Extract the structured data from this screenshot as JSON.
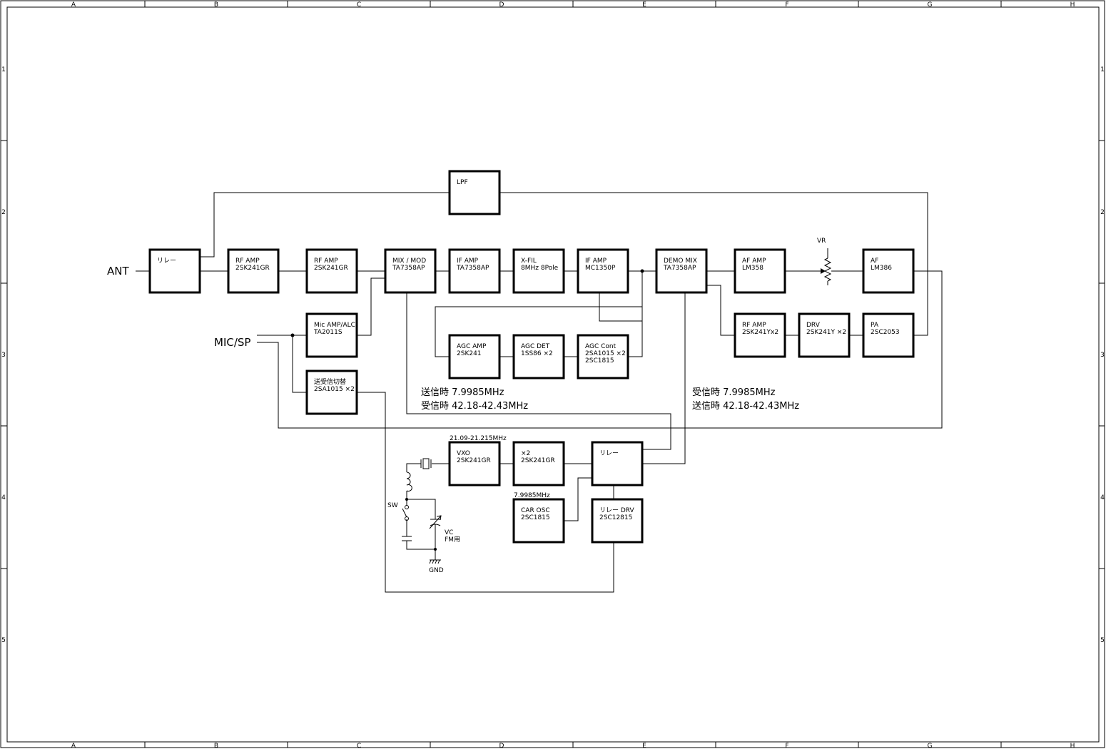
{
  "grid": {
    "columns": [
      "A",
      "B",
      "C",
      "D",
      "E",
      "F",
      "G",
      "H"
    ],
    "rows": [
      "1",
      "2",
      "3",
      "4",
      "5"
    ]
  },
  "labels": {
    "ant": "ANT",
    "mic_sp": "MIC/SP",
    "vr": "VR",
    "tx_if_line1": "送信時 7.9985MHz",
    "tx_if_line2": "受信時 42.18-42.43MHz",
    "rx_if_line1": "受信時 7.9985MHz",
    "rx_if_line2": "送信時 42.18-42.43MHz",
    "vxo_freq": "21.09-21.215MHz",
    "car_freq": "7.9985MHz",
    "sw": "SW",
    "vc": "VC",
    "fm": "FM用",
    "gnd": "GND"
  },
  "blocks": {
    "relay_ant": {
      "line1": "リレー",
      "line2": ""
    },
    "lpf": {
      "line1": "LPF",
      "line2": ""
    },
    "rf_amp1": {
      "line1": "RF AMP",
      "line2": "2SK241GR"
    },
    "rf_amp2": {
      "line1": "RF AMP",
      "line2": "2SK241GR"
    },
    "mix_mod": {
      "line1": "MIX / MOD",
      "line2": "TA7358AP"
    },
    "if_amp1": {
      "line1": "IF AMP",
      "line2": "TA7358AP"
    },
    "x_fil": {
      "line1": "X-FIL",
      "line2": "8MHz 8Pole"
    },
    "if_amp2": {
      "line1": "IF AMP",
      "line2": "MC1350P"
    },
    "demo_mix": {
      "line1": "DEMO MIX",
      "line2": "TA7358AP"
    },
    "af_amp": {
      "line1": "AF AMP",
      "line2": "LM358"
    },
    "af": {
      "line1": "AF",
      "line2": "LM386"
    },
    "mic_amp": {
      "line1": "Mic AMP/ALC",
      "line2": "TA2011S"
    },
    "txrx_sw": {
      "line1": "送受信切替",
      "line2": "2SA1015 ×2"
    },
    "agc_amp": {
      "line1": "AGC AMP",
      "line2": "2SK241"
    },
    "agc_det": {
      "line1": "AGC DET",
      "line2": "1SS86 ×2"
    },
    "agc_cont": {
      "line1": "AGC Cont",
      "line2": "2SA1015 ×2",
      "line3": "2SC1815"
    },
    "rf_amp_tx": {
      "line1": "RF AMP",
      "line2": "2SK241Yx2"
    },
    "drv": {
      "line1": "DRV",
      "line2": "2SK241Y ×2"
    },
    "pa": {
      "line1": "PA",
      "line2": "2SC2053"
    },
    "vxo": {
      "line1": "VXO",
      "line2": "2SK241GR"
    },
    "x2": {
      "line1": "×2",
      "line2": "2SK241GR"
    },
    "relay_lo": {
      "line1": "リレー",
      "line2": ""
    },
    "car_osc": {
      "line1": "CAR OSC",
      "line2": "2SC1815"
    },
    "relay_drv": {
      "line1": "リレー DRV",
      "line2": "2SC12815"
    }
  }
}
